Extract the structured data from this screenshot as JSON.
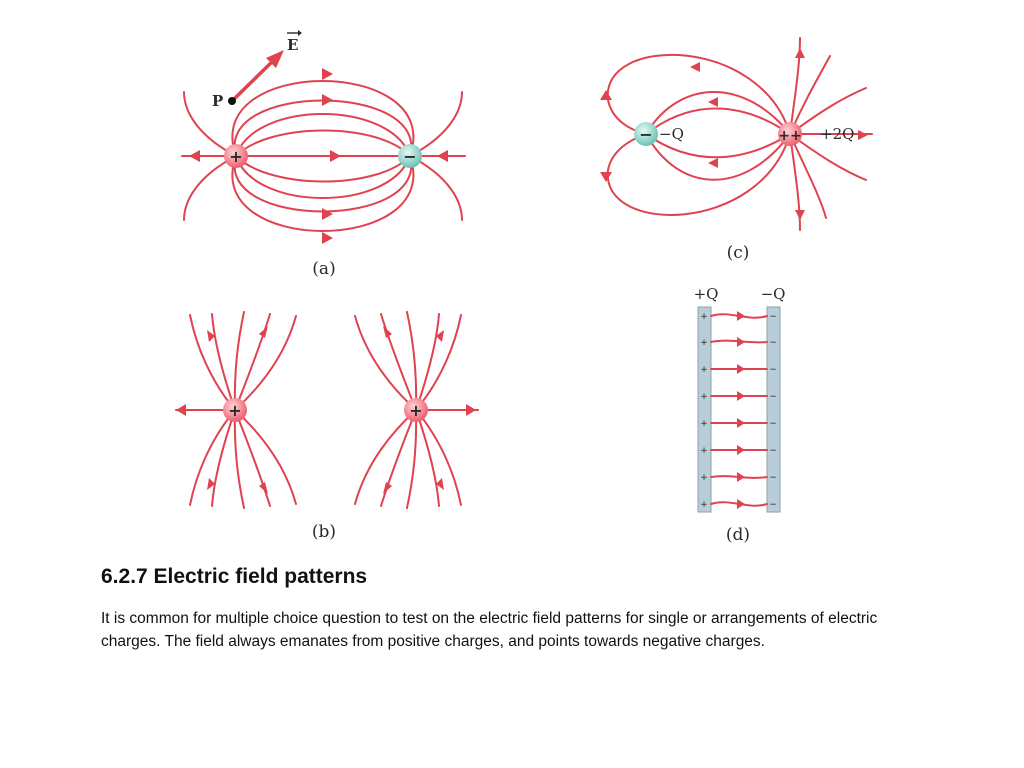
{
  "figure": {
    "a": {
      "caption": "(a)",
      "point_label": "P",
      "vector_label": "E",
      "positive_sign": "+",
      "negative_sign": "−"
    },
    "b": {
      "caption": "(b)",
      "positive_sign": "+"
    },
    "c": {
      "caption": "(c)",
      "negative_sign": "−",
      "negative_label": "−Q",
      "positive_sign": "++",
      "positive_label": "+2Q"
    },
    "d": {
      "caption": "(d)",
      "left_plate_label": "+Q",
      "right_plate_label": "−Q",
      "left_sign": "+",
      "right_sign": "−"
    },
    "colors": {
      "field_line": "#e0424f",
      "positive_charge": "#f07a86",
      "negative_charge": "#8fd3c8",
      "plate": "#b9cdd8"
    }
  },
  "text": {
    "heading": "6.2.7 Electric field patterns",
    "body": "It is common for multiple choice question to test on the electric field patterns for single or arrangements of electric charges. The field always emanates from positive charges, and points towards negative charges."
  }
}
